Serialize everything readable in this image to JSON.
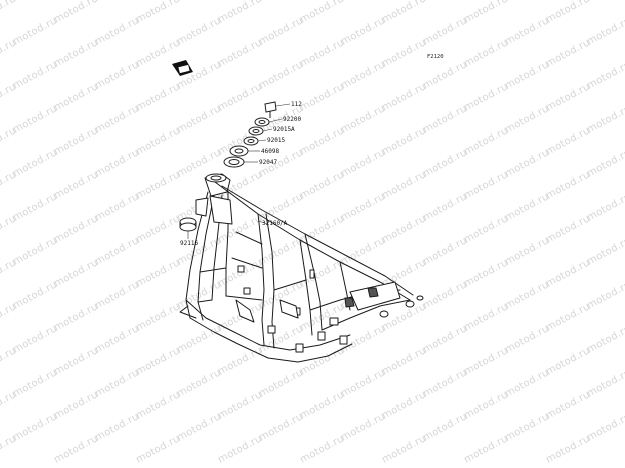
{
  "diagram": {
    "figure_code": "F2120",
    "watermark_text": "motod.ru",
    "parts": [
      {
        "number": "112",
        "label": "112"
      },
      {
        "number": "92200",
        "label": "92200"
      },
      {
        "number": "92015A",
        "label": "92015A"
      },
      {
        "number": "92015",
        "label": "92015"
      },
      {
        "number": "46098",
        "label": "46098"
      },
      {
        "number": "92047",
        "label": "92047"
      },
      {
        "number": "32160/A",
        "label": "32160/A"
      },
      {
        "number": "92116",
        "label": "92116"
      }
    ],
    "front_icon": "front-direction-icon"
  }
}
